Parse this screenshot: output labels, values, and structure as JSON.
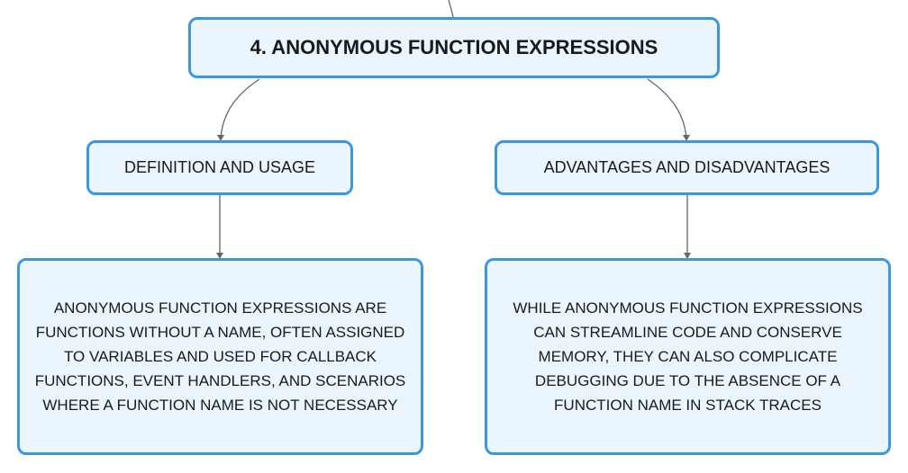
{
  "root": {
    "title": "4. ANONYMOUS FUNCTION EXPRESSIONS"
  },
  "branches": [
    {
      "label": "DEFINITION AND USAGE",
      "detail": "ANONYMOUS FUNCTION EXPRESSIONS ARE FUNCTIONS WITHOUT A NAME, OFTEN ASSIGNED TO VARIABLES AND USED FOR CALLBACK FUNCTIONS, EVENT HANDLERS, AND SCENARIOS WHERE A FUNCTION NAME IS NOT NECESSARY"
    },
    {
      "label": "ADVANTAGES AND DISADVANTAGES",
      "detail": "WHILE ANONYMOUS FUNCTION EXPRESSIONS CAN STREAMLINE CODE AND CONSERVE MEMORY, THEY CAN ALSO COMPLICATE DEBUGGING DUE TO THE ABSENCE OF A FUNCTION NAME IN STACK TRACES"
    }
  ],
  "colors": {
    "node_border": "#3b97e0",
    "node_fill": "#eaf5fd",
    "connector": "#666666",
    "text": "#1a1a1a"
  }
}
